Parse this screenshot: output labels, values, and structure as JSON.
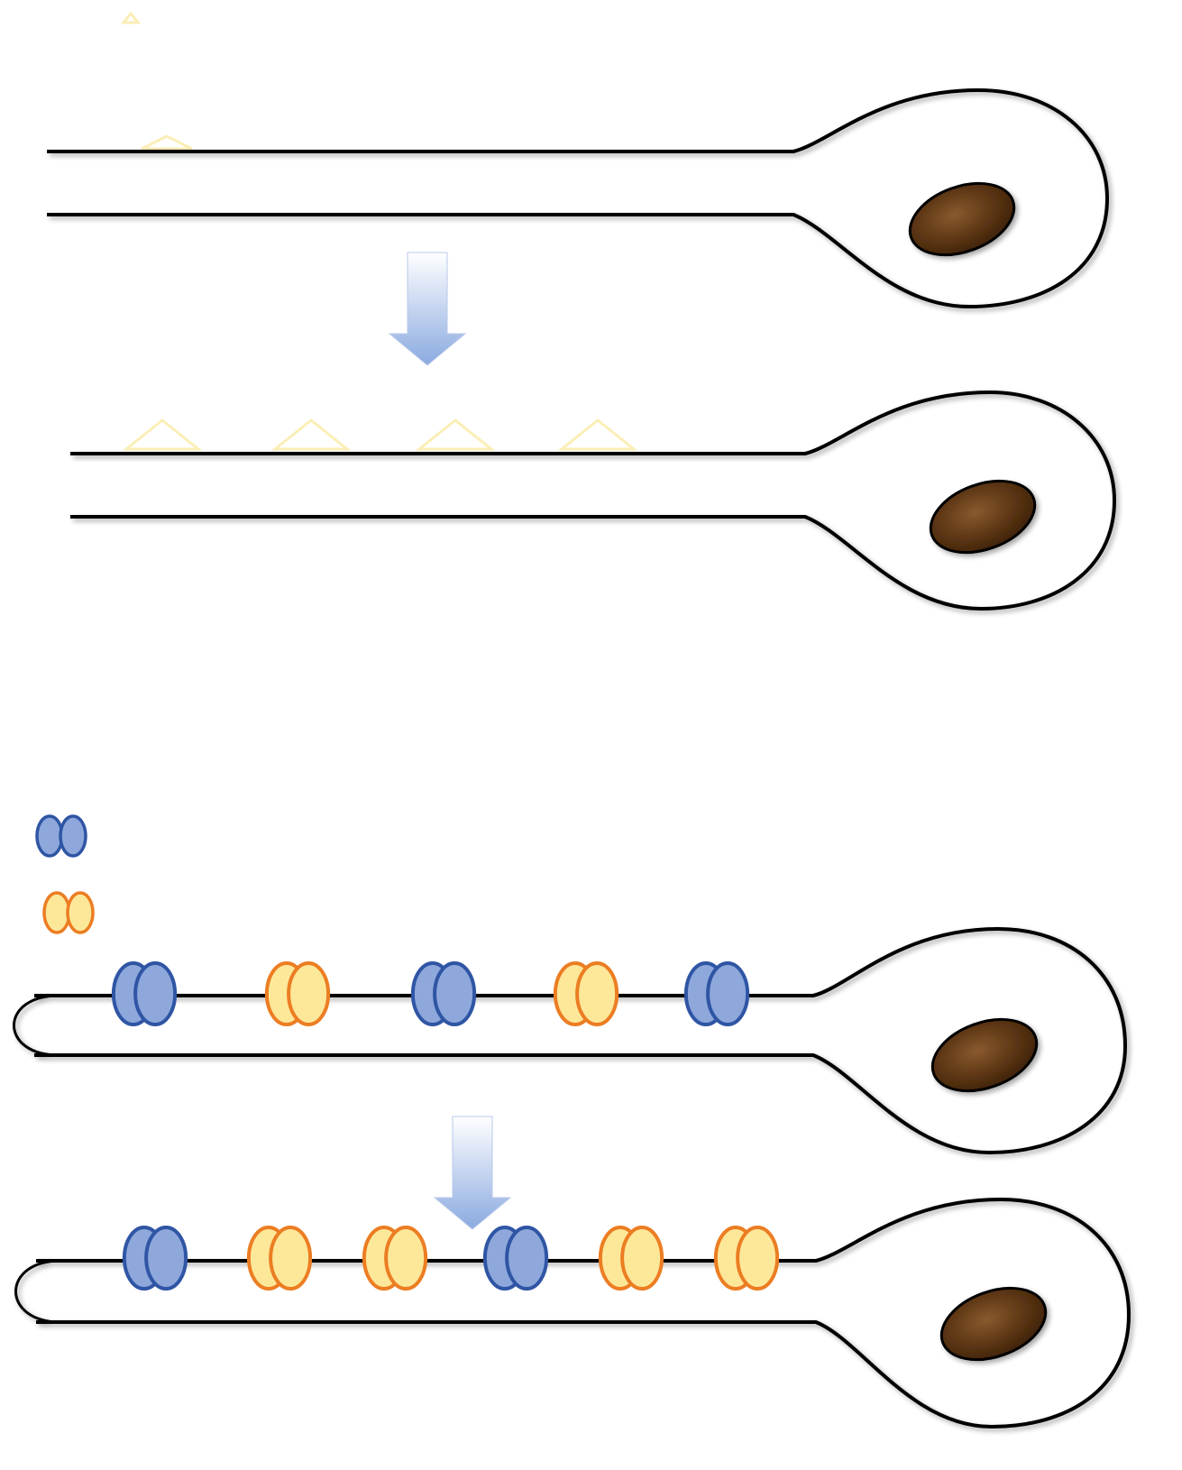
{
  "figure": {
    "panels": [
      {
        "id": "A1",
        "stage": "before",
        "nucleus": true,
        "cap": "open",
        "markers": 1,
        "dimers": []
      },
      {
        "id": "A2",
        "stage": "after",
        "nucleus": true,
        "cap": "open",
        "markers": 4,
        "dimers": []
      },
      {
        "id": "B1",
        "stage": "before",
        "nucleus": true,
        "cap": "loop",
        "markers": 0,
        "dimers": [
          "blue",
          "yellow",
          "blue",
          "yellow",
          "blue"
        ]
      },
      {
        "id": "B2",
        "stage": "after",
        "nucleus": true,
        "cap": "loop",
        "markers": 0,
        "dimers": [
          "blue",
          "yellow",
          "yellow",
          "blue",
          "yellow",
          "yellow"
        ]
      }
    ],
    "legend": [
      {
        "id": "blue-dimer-legend",
        "type": "blue"
      },
      {
        "id": "yellow-dimer-legend",
        "type": "yellow"
      }
    ],
    "arrows": [
      {
        "id": "arrow-panel-a",
        "direction": "down"
      },
      {
        "id": "arrow-panel-b",
        "direction": "down"
      }
    ],
    "colors": {
      "outline": "#000000",
      "nucleus_fill": "#4a2a10",
      "nucleus_highlight": "#8a5a2e",
      "blue_fill": "#8ea8dc",
      "blue_stroke": "#2f55a4",
      "yellow_fill": "#fde89a",
      "yellow_stroke": "#ec7d22",
      "arrow_top": "#ffffff",
      "arrow_bottom": "#8aaae0",
      "marker": "#fbeeb6"
    }
  }
}
